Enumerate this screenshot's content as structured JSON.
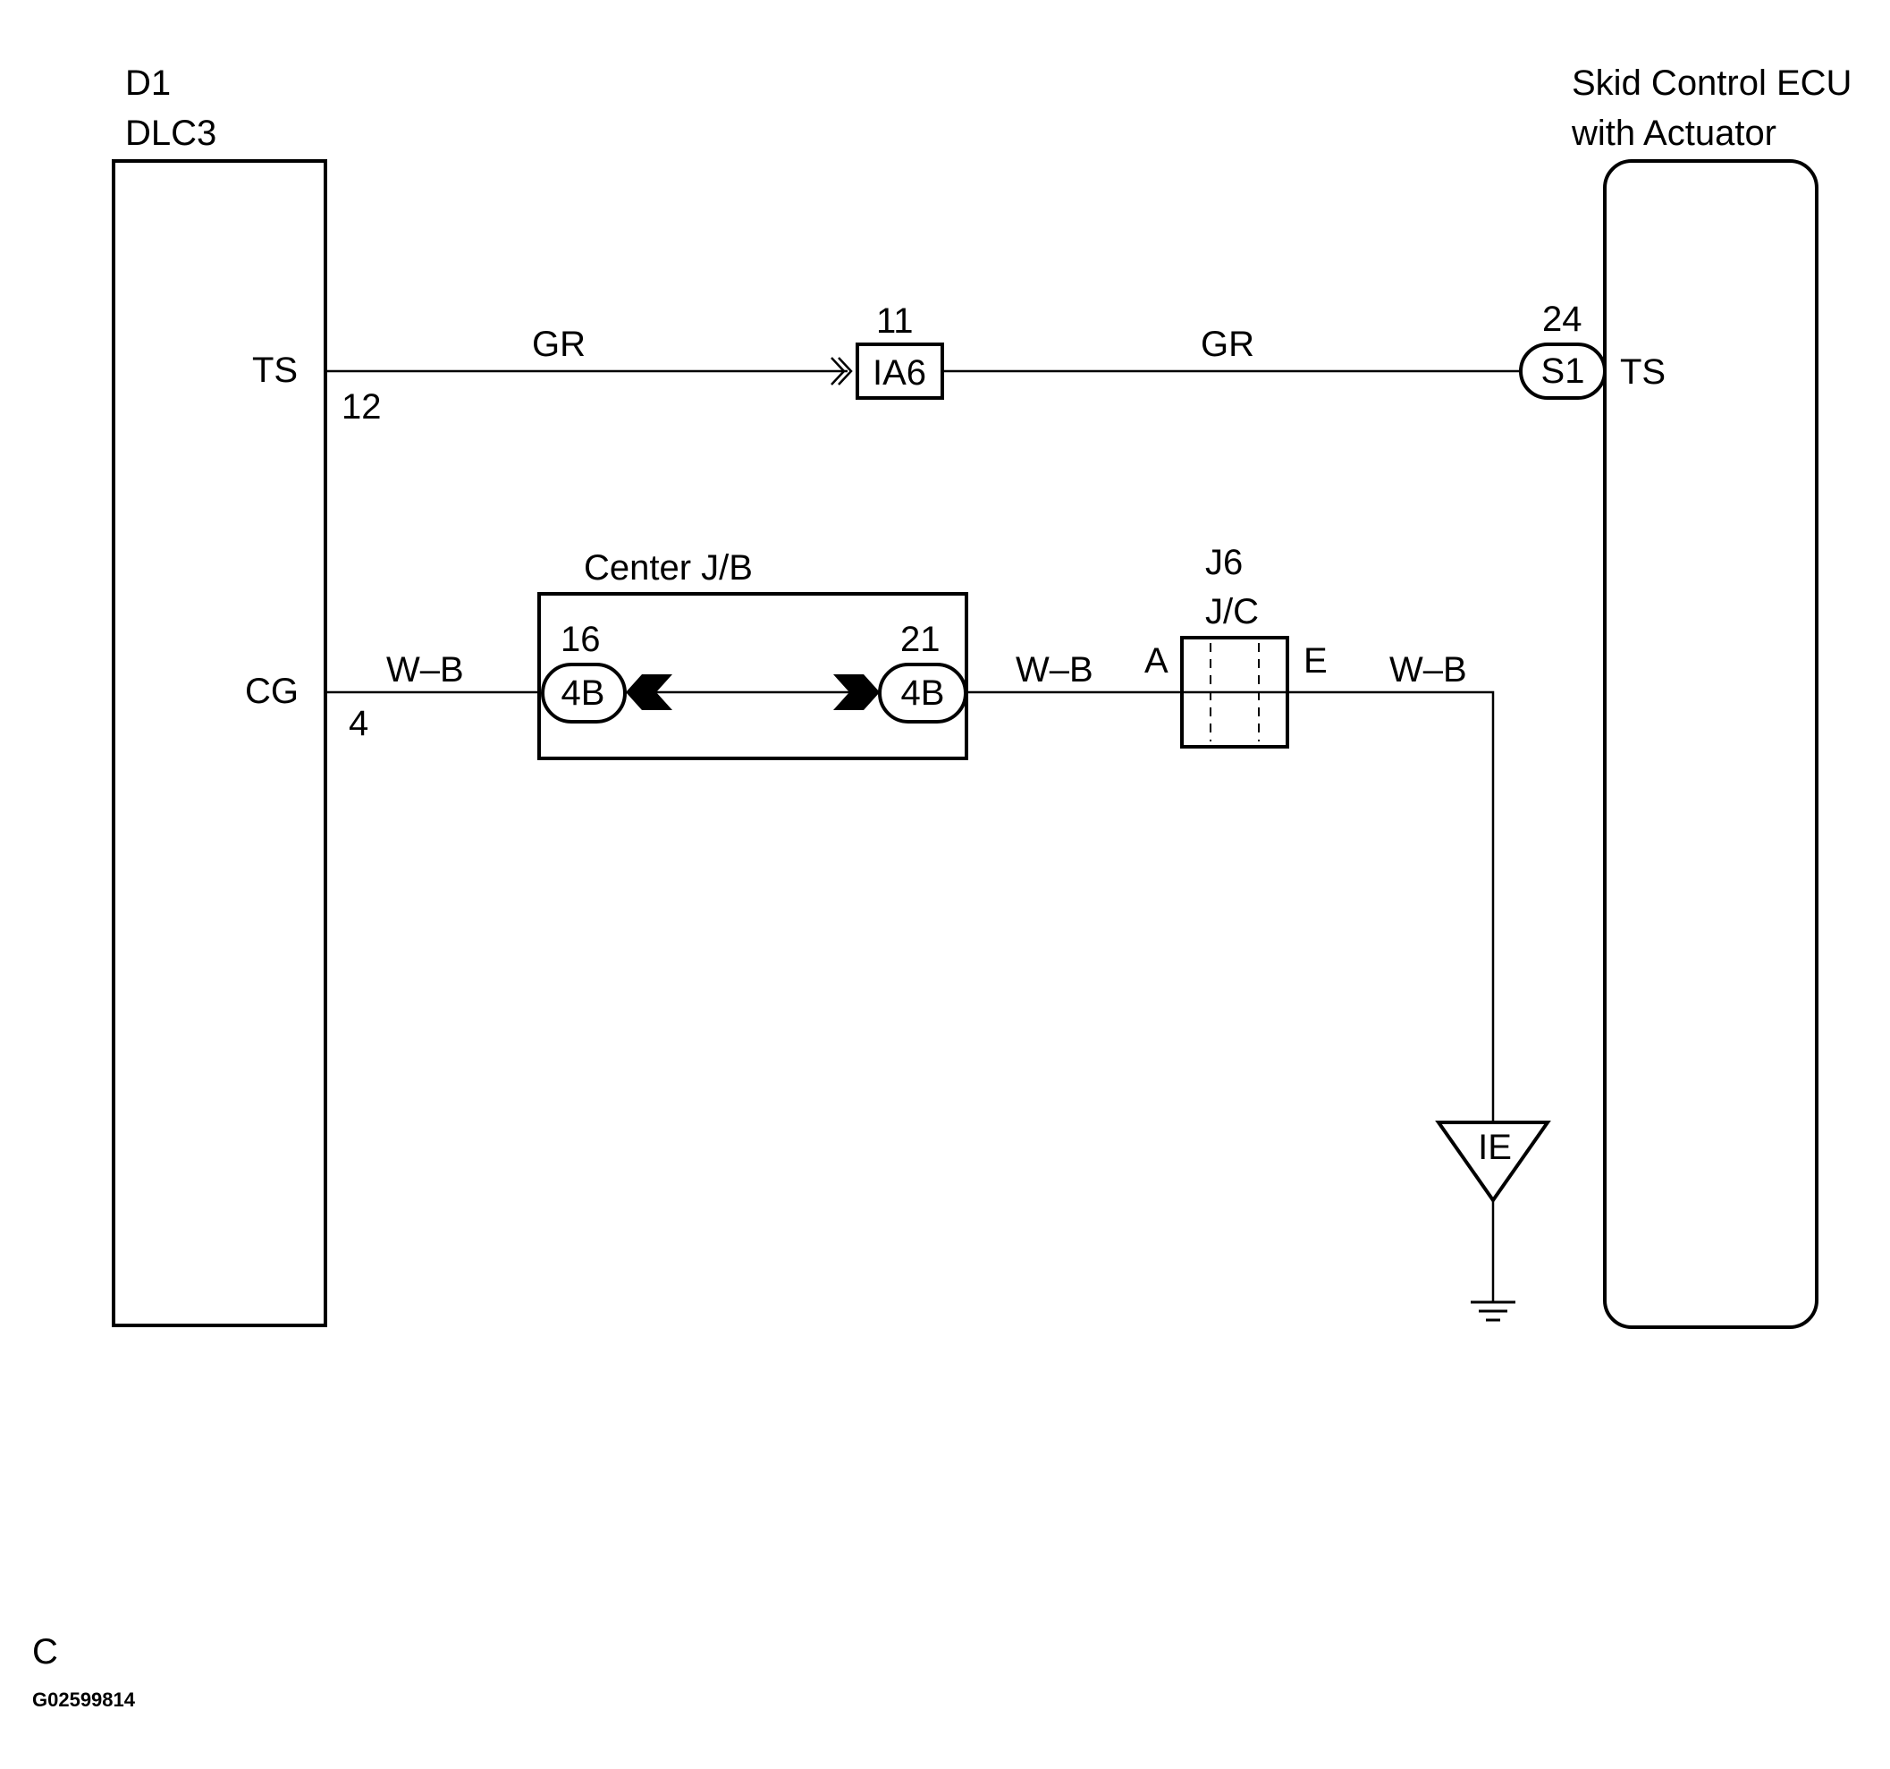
{
  "components": {
    "dlc3": {
      "ref": "D1",
      "name": "DLC3",
      "pins": {
        "ts": {
          "label": "TS",
          "number": "12"
        },
        "cg": {
          "label": "CG",
          "number": "4"
        }
      }
    },
    "ecu": {
      "name_line1": "Skid Control ECU",
      "name_line2": "with Actuator",
      "connector": "S1",
      "pin_number": "24",
      "pin_label": "TS"
    },
    "ia6": {
      "connector": "IA6",
      "pin_number": "11"
    },
    "center_jb": {
      "name": "Center J/B",
      "left": {
        "connector": "4B",
        "pin_number": "16"
      },
      "right": {
        "connector": "4B",
        "pin_number": "21"
      }
    },
    "j6": {
      "ref": "J6",
      "name": "J/C",
      "pin_a": "A",
      "pin_e": "E"
    },
    "ground": {
      "label": "IE"
    }
  },
  "wires": {
    "ts_left": "GR",
    "ts_right": "GR",
    "cg_left": "W–B",
    "cg_mid": "W–B",
    "cg_right": "W–B"
  },
  "footer": {
    "section": "C",
    "code": "G02599814"
  }
}
